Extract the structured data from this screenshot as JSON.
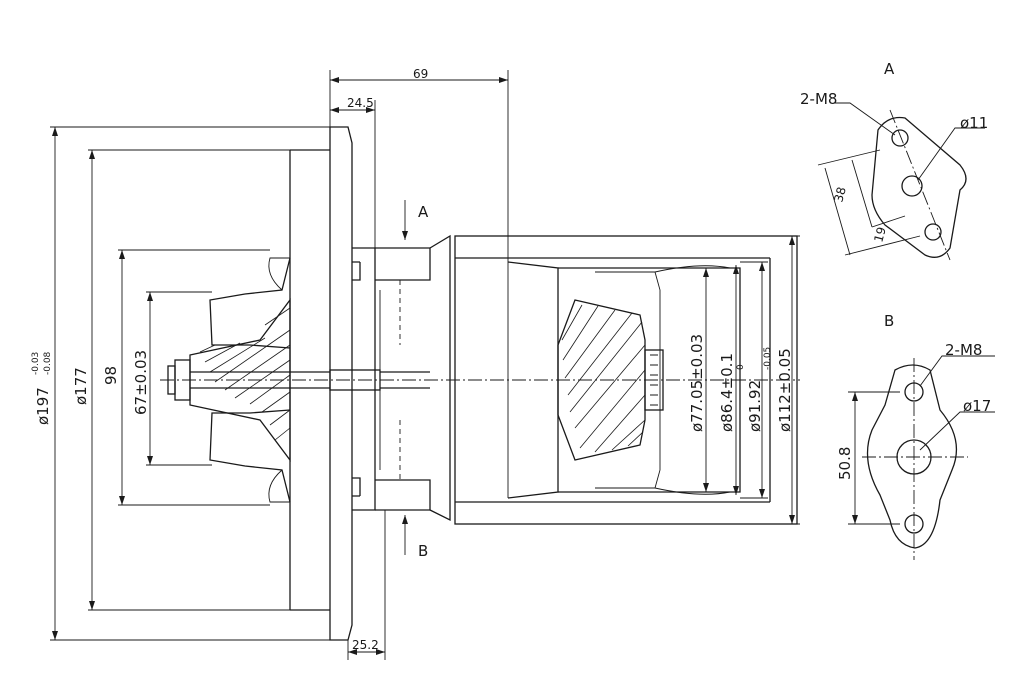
{
  "dimensions": {
    "overall_length": "69",
    "flange_width": "24.5",
    "base_flange_width": "25.2",
    "outer_diameter": "ø197",
    "outer_tol_upper": "-0.03",
    "outer_tol_lower": "-0.08",
    "diameter_177": "ø177",
    "inner_98": "98",
    "inner_67": "67±0.03",
    "compressor_77": "ø77.05±0.03",
    "compressor_86": "ø86.4±0.1",
    "compressor_91": "ø91.92",
    "compressor_91_upper": "0",
    "compressor_91_lower": "-0.05",
    "compressor_112": "ø112±0.05"
  },
  "section_markers": {
    "a": "A",
    "b": "B"
  },
  "view_a": {
    "title": "A",
    "thread_label": "2-M8",
    "hole_label": "ø11",
    "dim_38": "38",
    "dim_19": "19"
  },
  "view_b": {
    "title": "B",
    "thread_label": "2-M8",
    "hole_label": "ø17",
    "dim_50": "50.8"
  }
}
